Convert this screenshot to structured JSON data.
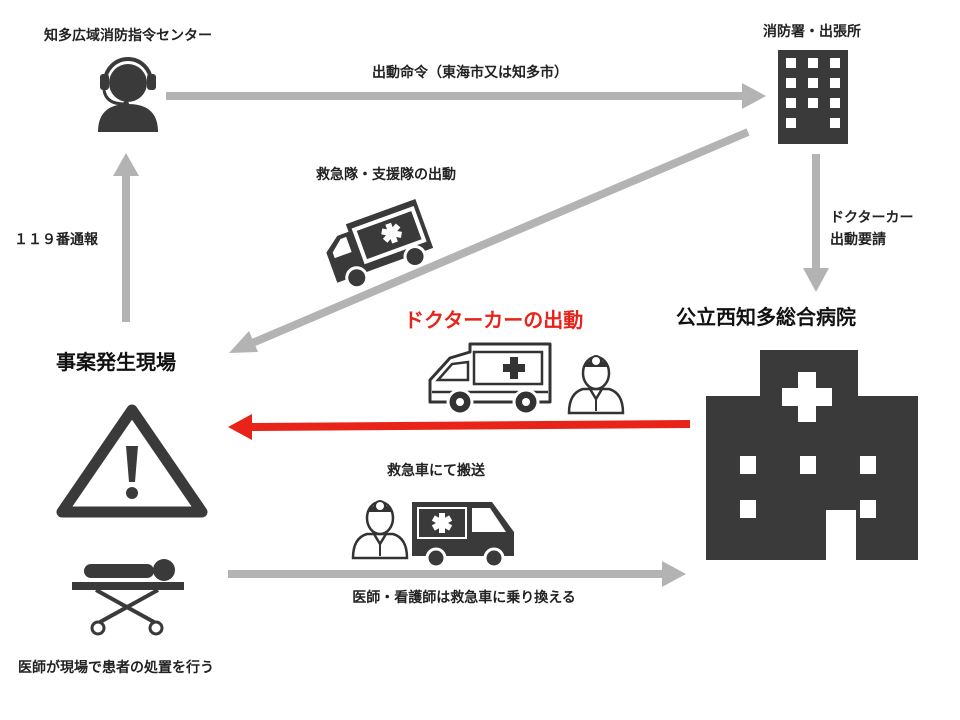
{
  "nodes": {
    "dispatch_center": "知多広域消防指令センター",
    "fire_station": "消防署・出張所",
    "incident_site": "事案発生現場",
    "hospital": "公立西知多総合病院"
  },
  "edges": {
    "dispatch_order": "出動命令（東海市又は知多市）",
    "call_119": "１１９番通報",
    "rescue_dispatch": "救急隊・支援隊の出動",
    "doctor_car_request_line1": "ドクターカー",
    "doctor_car_request_line2": "出動要請",
    "doctor_car_dispatch": "ドクターカーの出動",
    "ambulance_transport": "救急車にて搬送",
    "transfer_note": "医師・看護師は救急車に乗り換える"
  },
  "notes": {
    "onsite_treatment": "医師が現場で患者の処置を行う"
  },
  "colors": {
    "arrow_gray": "#b3b3b3",
    "icon_dark": "#3a3a3a",
    "accent_red": "#e8231a"
  }
}
